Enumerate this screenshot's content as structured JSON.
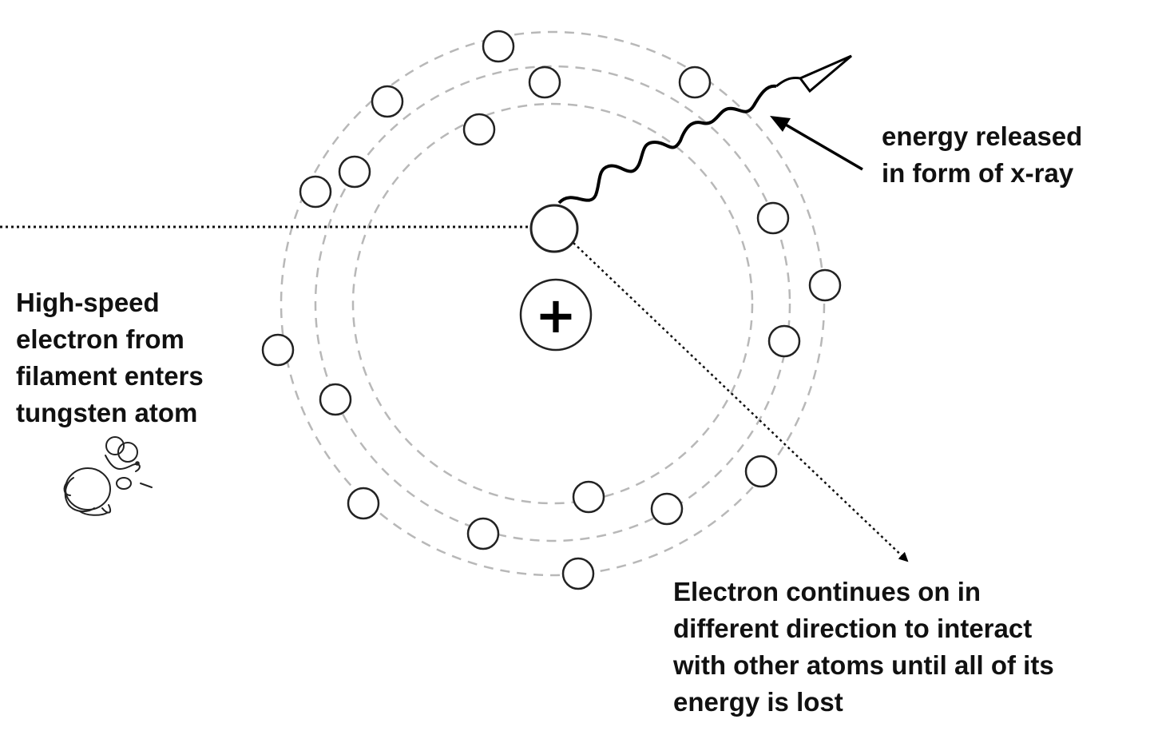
{
  "labels": {
    "entry": [
      "High-speed",
      "electron from",
      "filament enters",
      "tungsten atom"
    ],
    "xray": [
      "energy released",
      "in form of x-ray"
    ],
    "continue": [
      "Electron continues on in",
      "different direction to interact",
      "with other atoms until all of its",
      "energy is lost"
    ]
  },
  "nucleus": {
    "symbol": "+"
  },
  "icons": {
    "mascot": "mouse-icon"
  }
}
